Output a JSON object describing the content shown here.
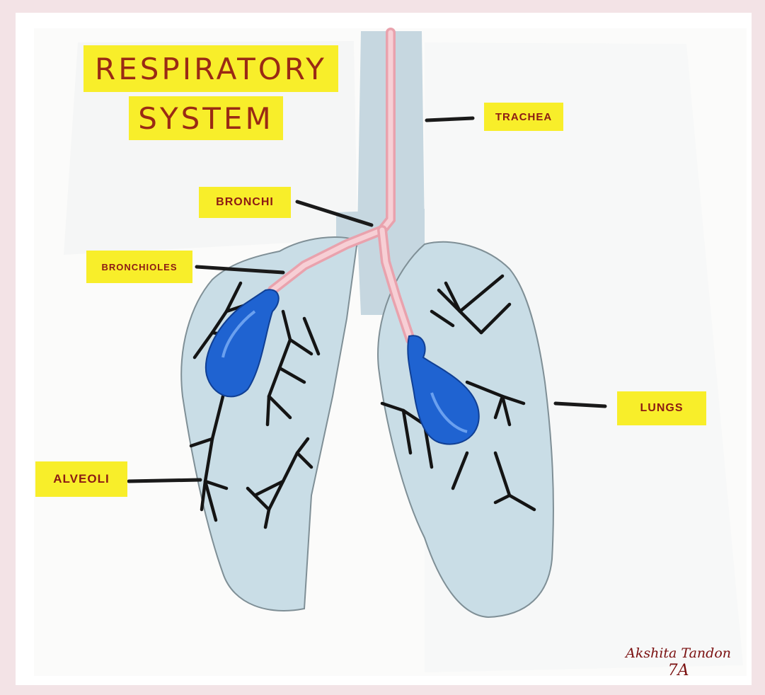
{
  "poster": {
    "title_line1": "RESPIRATORY",
    "title_line2": "SYSTEM",
    "labels": {
      "trachea": "TRACHEA",
      "bronchi": "BRONCHI",
      "bronchioles": "BRONCHIOLES",
      "lungs": "LUNGS",
      "alveoli": "ALVEOLI"
    },
    "signature_name": "Akshita Tandon",
    "signature_class": "7A"
  },
  "colors": {
    "label_background": "#f8ee2a",
    "label_text": "#8c1a14",
    "lung_paper": "#c9dde6",
    "balloon": "#1f63d1",
    "straw": "#f3b3bd"
  }
}
